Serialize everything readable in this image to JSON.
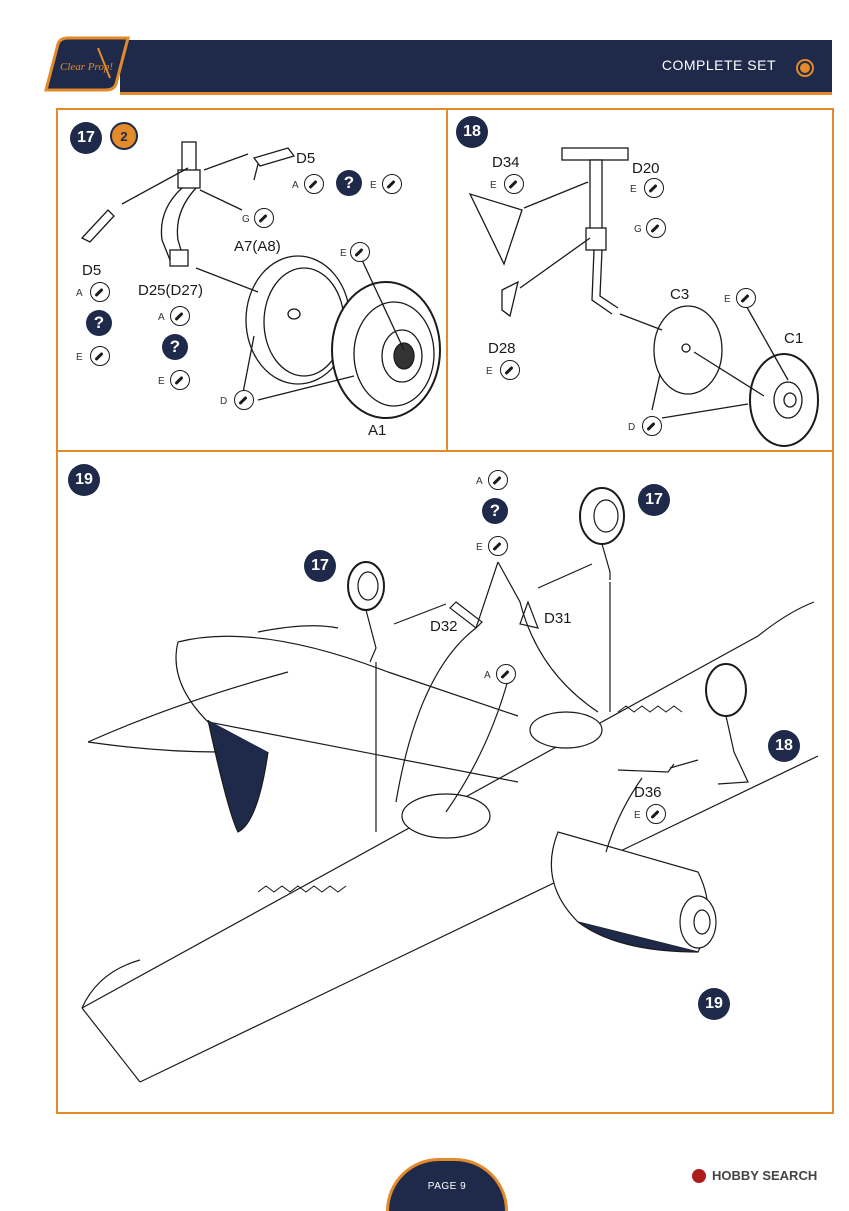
{
  "header": {
    "title": "COMPLETE SET"
  },
  "logo": {
    "text": "Clear Prop!"
  },
  "step17": {
    "number": "17",
    "ref": "2",
    "labels": {
      "d5_top": "D5",
      "a7": "A7(A8)",
      "d5_left": "D5",
      "d25": "D25(D27)",
      "a1": "A1"
    },
    "small": {
      "a": "A",
      "e": "E",
      "g": "G",
      "d": "D"
    }
  },
  "step18": {
    "number": "18",
    "labels": {
      "d34": "D34",
      "d20": "D20",
      "c3": "C3",
      "c1": "C1",
      "d28": "D28"
    },
    "small": {
      "e": "E",
      "g": "G",
      "d": "D"
    }
  },
  "step19": {
    "number": "19",
    "number_bottom": "19",
    "callout17a": "17",
    "callout17b": "17",
    "callout18": "18",
    "labels": {
      "d32": "D32",
      "d31": "D31",
      "d36": "D36"
    },
    "small": {
      "a": "A",
      "e": "E"
    }
  },
  "footer": {
    "page": "PAGE 9"
  },
  "watermark": {
    "text": "HOBBY SEARCH"
  }
}
